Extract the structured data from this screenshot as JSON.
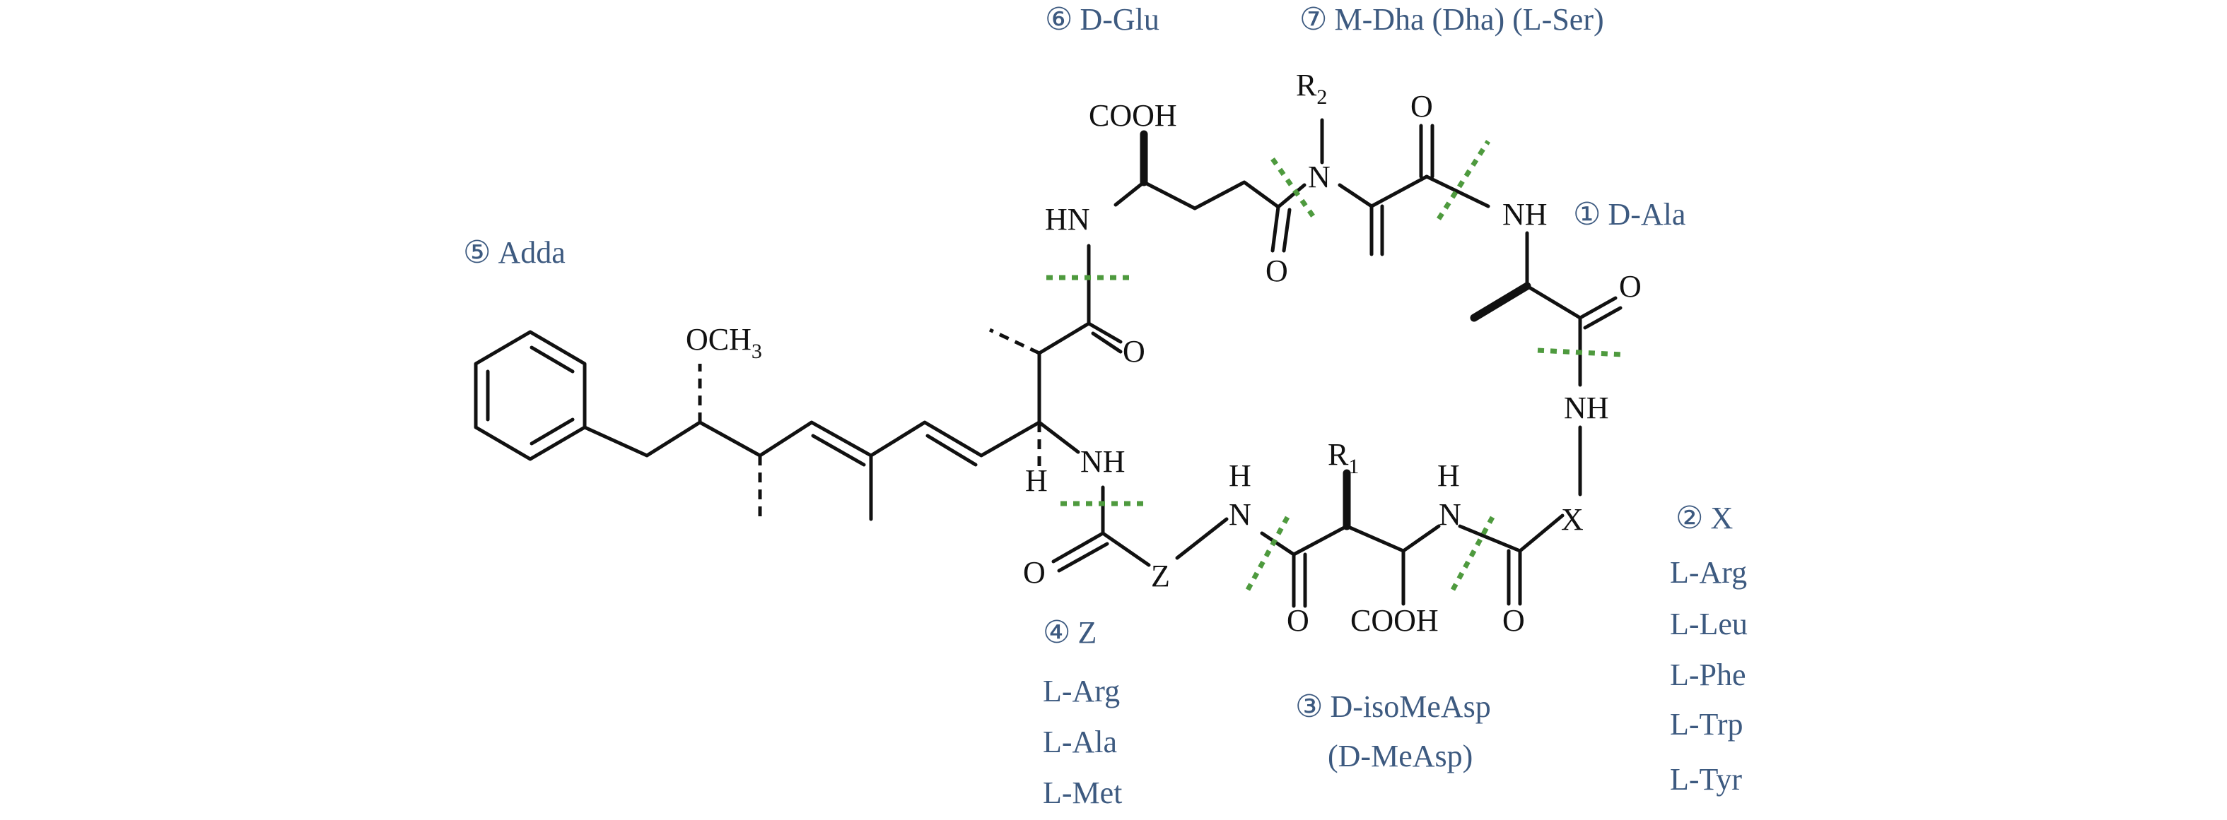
{
  "residues": {
    "r1": {
      "number": "①",
      "name": "D-Ala"
    },
    "r2": {
      "number": "②",
      "name": "X",
      "options": [
        "L-Arg",
        "L-Leu",
        "L-Phe",
        "L-Trp",
        "L-Tyr"
      ]
    },
    "r3": {
      "number": "③",
      "name": "D-isoMeAsp",
      "alt": "(D-MeAsp)"
    },
    "r4": {
      "number": "④",
      "name": "Z",
      "options": [
        "L-Arg",
        "L-Ala",
        "L-Met"
      ]
    },
    "r5": {
      "number": "⑤",
      "name": "Adda"
    },
    "r6": {
      "number": "⑥",
      "name": "D-Glu"
    },
    "r7": {
      "number": "⑦",
      "name": "M-Dha (Dha) (L-Ser)"
    }
  },
  "atoms": {
    "cooh_top": "COOH",
    "r2_base": "R",
    "r2_sub": "2",
    "o_dha": "O",
    "hn_glu": "HN",
    "nh_ala": "NH",
    "n_dha": "N",
    "o_glu": "O",
    "o_ala": "O",
    "och3_base": "OCH",
    "och3_sub": "3",
    "o_adda": "O",
    "nh_x": "NH",
    "h_adda": "H",
    "nh_adda": "NH",
    "r1_base": "R",
    "r1_sub": "1",
    "h_z": "H",
    "n_z": "N",
    "h_measp": "H",
    "n_measp": "N",
    "x_atom": "X",
    "o_z": "O",
    "z_atom": "Z",
    "o_measp": "O",
    "cooh_bottom": "COOH",
    "o_x": "O"
  }
}
